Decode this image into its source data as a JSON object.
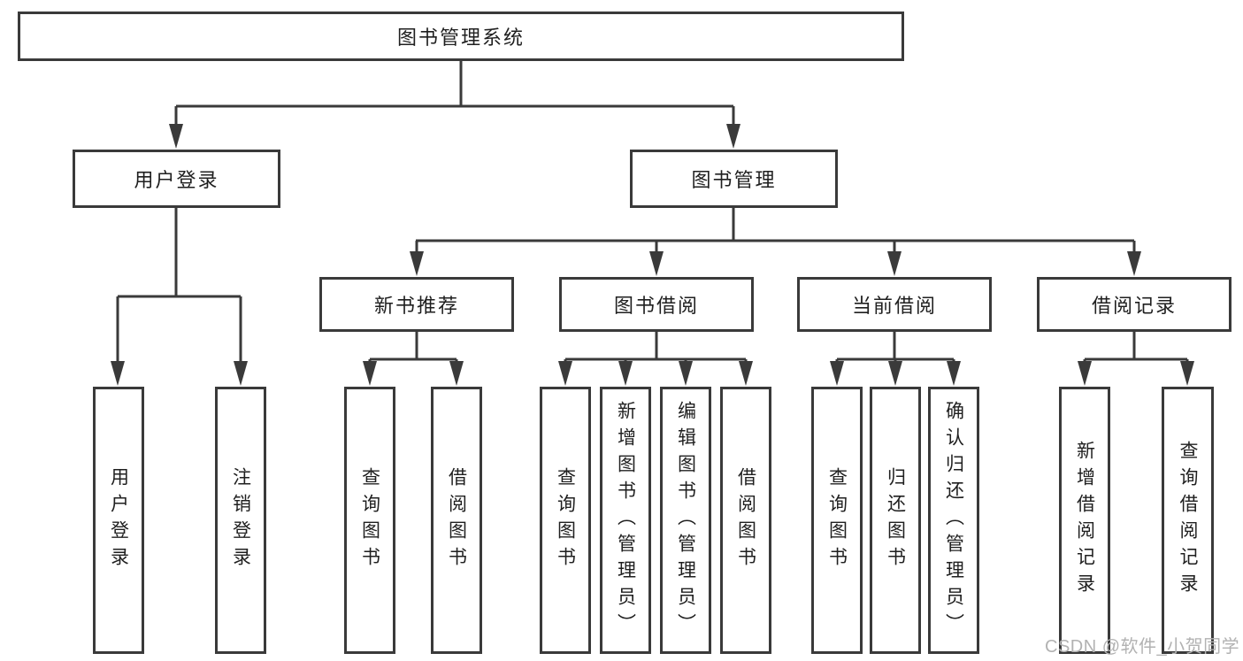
{
  "diagram": {
    "title_node": {
      "label": "图书管理系统"
    },
    "level2": {
      "user_login": {
        "label": "用户登录"
      },
      "book_management": {
        "label": "图书管理"
      }
    },
    "level3": {
      "new_book_recommend": {
        "label": "新书推荐"
      },
      "book_borrowing": {
        "label": "图书借阅"
      },
      "current_borrowing": {
        "label": "当前借阅"
      },
      "borrowing_records": {
        "label": "借阅记录"
      }
    },
    "leaves": {
      "login": [
        {
          "label": "用户登录"
        },
        {
          "label": "注销登录"
        }
      ],
      "new_book": [
        {
          "label": "查询图书"
        },
        {
          "label": "借阅图书"
        }
      ],
      "borrow": [
        {
          "label": "查询图书"
        },
        {
          "label": "新增图书（管理员）"
        },
        {
          "label": "编辑图书（管理员）"
        },
        {
          "label": "借阅图书"
        }
      ],
      "current": [
        {
          "label": "查询图书"
        },
        {
          "label": "归还图书"
        },
        {
          "label": "确认归还（管理员）"
        }
      ],
      "records": [
        {
          "label": "新增借阅记录"
        },
        {
          "label": "查询借阅记录"
        }
      ]
    },
    "watermark": "CSDN @软件_小贺同学",
    "colors": {
      "line": "#3a3a3a",
      "text": "#1f1f1f",
      "background": "#ffffff",
      "watermark": "#b2b2b2"
    }
  }
}
